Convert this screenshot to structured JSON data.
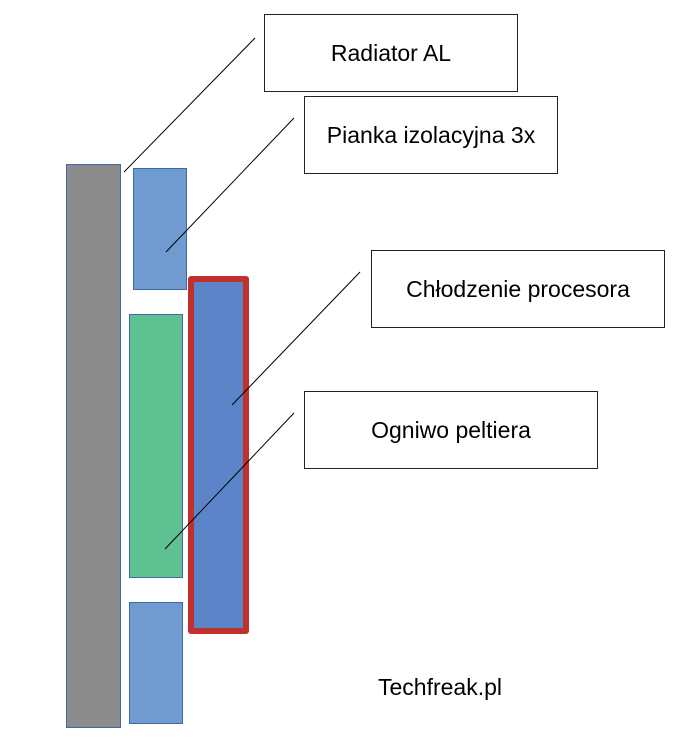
{
  "labels": {
    "radiator": "Radiator AL",
    "foam": "Pianka izolacyjna 3x",
    "cpu_cooling": "Chłodzenie procesora",
    "peltier": "Ogniwo peltiera"
  },
  "watermark": "Techfreak.pl",
  "colors": {
    "radiator": "#8c8c8c",
    "foam": "#6f9bd0",
    "peltier": "#5fc092",
    "cpu_cooling_fill": "#5b84c9",
    "cpu_cooling_border": "#c0302c",
    "leader_line": "#000000"
  }
}
